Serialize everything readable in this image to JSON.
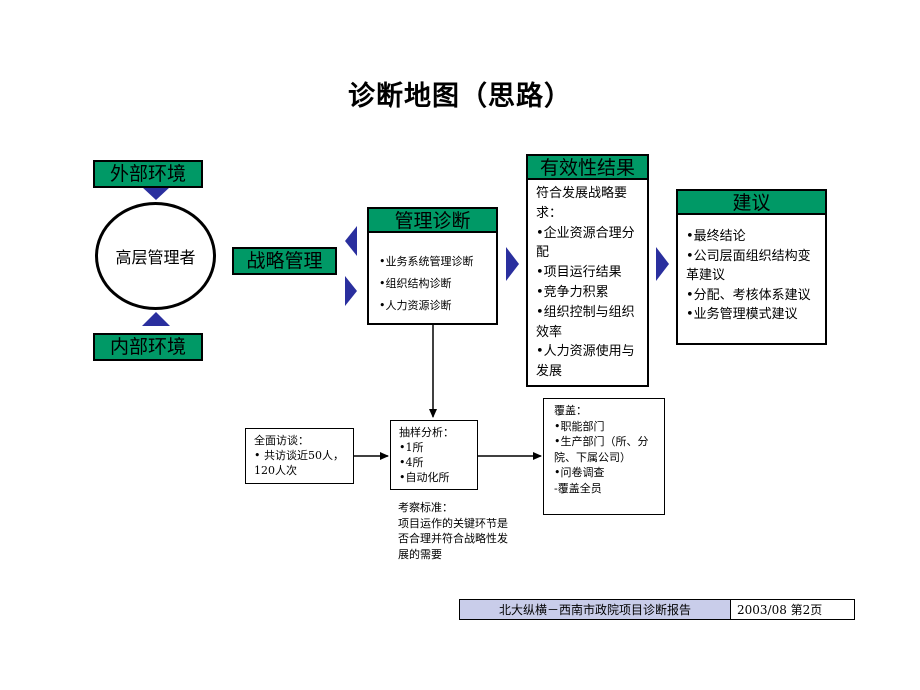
{
  "title": "诊断地图（思路）",
  "external_env": "外部环境",
  "internal_env": "内部环境",
  "top_mgmt": "高层管理者",
  "strategy": "战略管理",
  "mgmt_diag": {
    "title": "管理诊断",
    "items": [
      "•业务系统管理诊断",
      "•组织结构诊断",
      "•人力资源诊断"
    ]
  },
  "results": {
    "title": "有效性结果",
    "intro": "符合发展战略要求：",
    "items": [
      "•企业资源合理分配",
      "•项目运行结果",
      "•竞争力积累",
      "•组织控制与组织效率",
      "•人力资源使用与发展"
    ]
  },
  "advice": {
    "title": "建议",
    "items": [
      "•最终结论",
      "•公司层面组织结构变革建议",
      "•分配、考核体系建议",
      "•业务管理模式建议"
    ]
  },
  "interview": {
    "title": "全面访谈：",
    "items": [
      "• 共访谈近50人，120人次"
    ]
  },
  "sampling": {
    "title": "抽样分析：",
    "items": [
      "•1所",
      "•4所",
      "•自动化所"
    ]
  },
  "coverage": {
    "title": "覆盖：",
    "items": [
      "•职能部门",
      "•生产部门（所、分院、下属公司）",
      "•问卷调查",
      "-覆盖全员"
    ]
  },
  "criteria": {
    "title": "考察标准：",
    "text": "项目运作的关键环节是否合理并符合战略性发展的需要"
  },
  "footer": {
    "left": "北大纵横－西南市政院项目诊断报告",
    "right": "2003/08  第2页"
  },
  "colors": {
    "green": "#009966",
    "arrow_blue": "#2a2f9e",
    "footer_bg": "#c9cdea"
  }
}
